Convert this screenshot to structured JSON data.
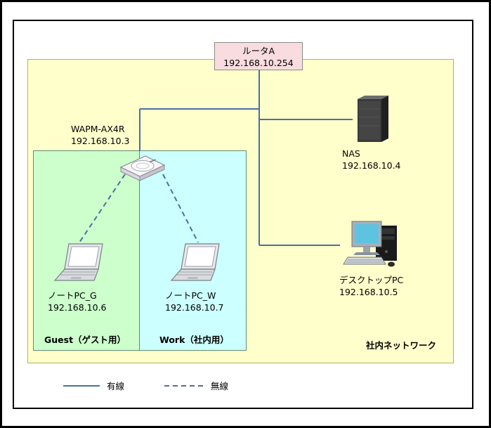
{
  "router": {
    "name": "ルータA",
    "ip": "192.168.10.254"
  },
  "access_point": {
    "name": "WAPM-AX4R",
    "ip": "192.168.10.3"
  },
  "nas": {
    "name": "NAS",
    "ip": "192.168.10.4"
  },
  "desktop": {
    "name": "デスクトップPC",
    "ip": "192.168.10.5"
  },
  "laptop_guest": {
    "name": "ノートPC_G",
    "ip": "192.168.10.6"
  },
  "laptop_work": {
    "name": "ノートPC_W",
    "ip": "192.168.10.7"
  },
  "zones": {
    "guest": "Guest（ゲスト用）",
    "work": "Work（社内用）",
    "network": "社内ネットワーク"
  },
  "legend": {
    "wired": "有線",
    "wireless": "無線"
  },
  "colors": {
    "wire": "#4a6fa5",
    "network_zone": "#ffffcc",
    "guest_zone": "#ccffcc",
    "work_zone": "#ccffff",
    "router_fill": "#f8dcdf"
  },
  "icons": {
    "access_point": "wireless-access-point-icon",
    "nas": "nas-server-icon",
    "desktop": "desktop-pc-icon",
    "laptop": "laptop-icon"
  }
}
